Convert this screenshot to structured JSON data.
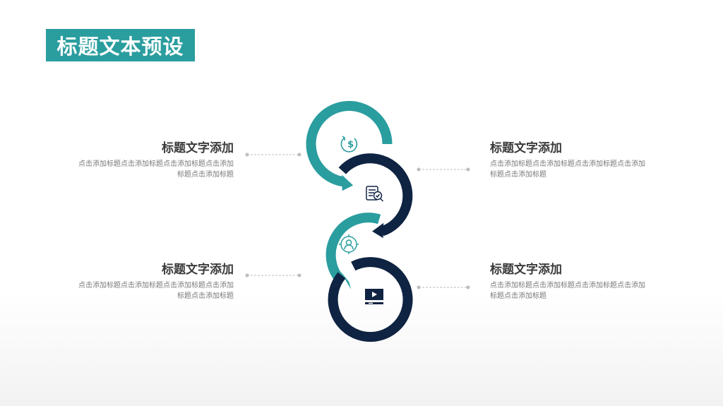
{
  "title": "标题文本预设",
  "colors": {
    "teal": "#2a9d9f",
    "navy": "#0f2342",
    "connector": "#bdbdbd"
  },
  "steps": [
    {
      "icon": "dollar-cycle-icon",
      "color": "teal"
    },
    {
      "icon": "document-search-icon",
      "color": "navy"
    },
    {
      "icon": "user-target-icon",
      "color": "teal"
    },
    {
      "icon": "video-play-icon",
      "color": "navy"
    }
  ],
  "blocks": [
    {
      "heading": "标题文字添加",
      "body": "点击添加标题点击添加标题点击添加标题点击添加标题点击添加标题"
    },
    {
      "heading": "标题文字添加",
      "body": "点击添加标题点击添加标题点击添加标题点击添加标题点击添加标题"
    },
    {
      "heading": "标题文字添加",
      "body": "点击添加标题点击添加标题点击添加标题点击添加标题点击添加标题"
    },
    {
      "heading": "标题文字添加",
      "body": "点击添加标题点击添加标题点击添加标题点击添加标题点击添加标题"
    }
  ]
}
